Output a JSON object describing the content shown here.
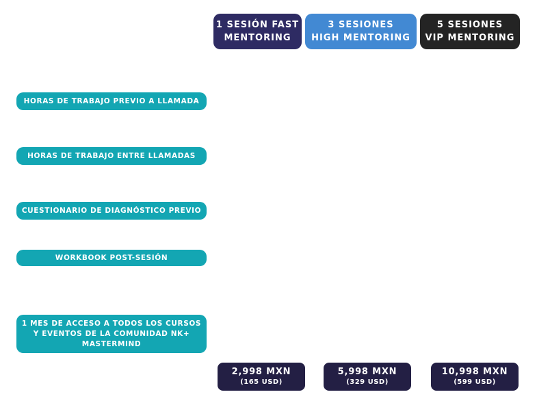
{
  "plans": [
    {
      "line1": "1 SESIÓN FAST",
      "line2": "MENTORING",
      "color": "#2e2b63"
    },
    {
      "line1": "3 SESIONES",
      "line2": "HIGH MENTORING",
      "color": "#4289d3"
    },
    {
      "line1": "5 SESIONES",
      "line2": "VIP MENTORING",
      "color": "#242424"
    }
  ],
  "features": [
    "HORAS DE TRABAJO PREVIO A LLAMADA",
    "HORAS DE TRABAJO ENTRE LLAMADAS",
    "CUESTIONARIO DE DIAGNÓSTICO PREVIO",
    "WORKBOOK POST-SESIÓN",
    "1 MES DE ACCESO A TODOS LOS CURSOS Y EVENTOS DE LA COMUNIDAD NK+ MASTERMIND"
  ],
  "prices": [
    {
      "amount": "2,998 MXN",
      "usd": "(165 USD)"
    },
    {
      "amount": "5,998 MXN",
      "usd": "(329 USD)"
    },
    {
      "amount": "10,998 MXN",
      "usd": "(599 USD)"
    }
  ],
  "colors": {
    "feature_bg": "#13a6b3",
    "price_bg": "#231f44"
  }
}
